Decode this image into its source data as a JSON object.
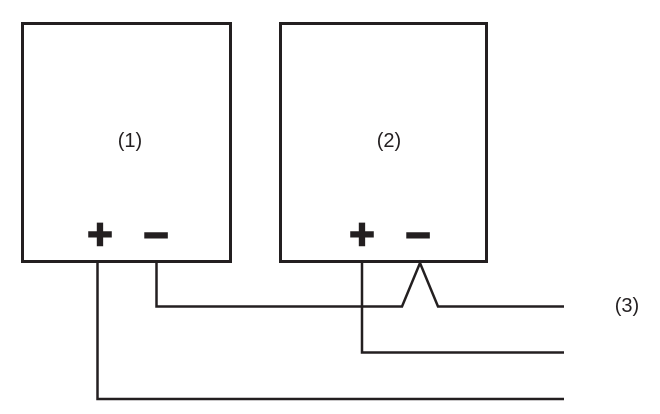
{
  "colors": {
    "background": "#ffffff",
    "line": "#231f20"
  },
  "boxes": {
    "box1": {
      "label": "(1)",
      "plus_terminal": "+",
      "minus_terminal": "−"
    },
    "box2": {
      "label": "(2)",
      "plus_terminal": "+",
      "minus_terminal": "−"
    }
  },
  "labels": {
    "wire_group": "(3)"
  }
}
